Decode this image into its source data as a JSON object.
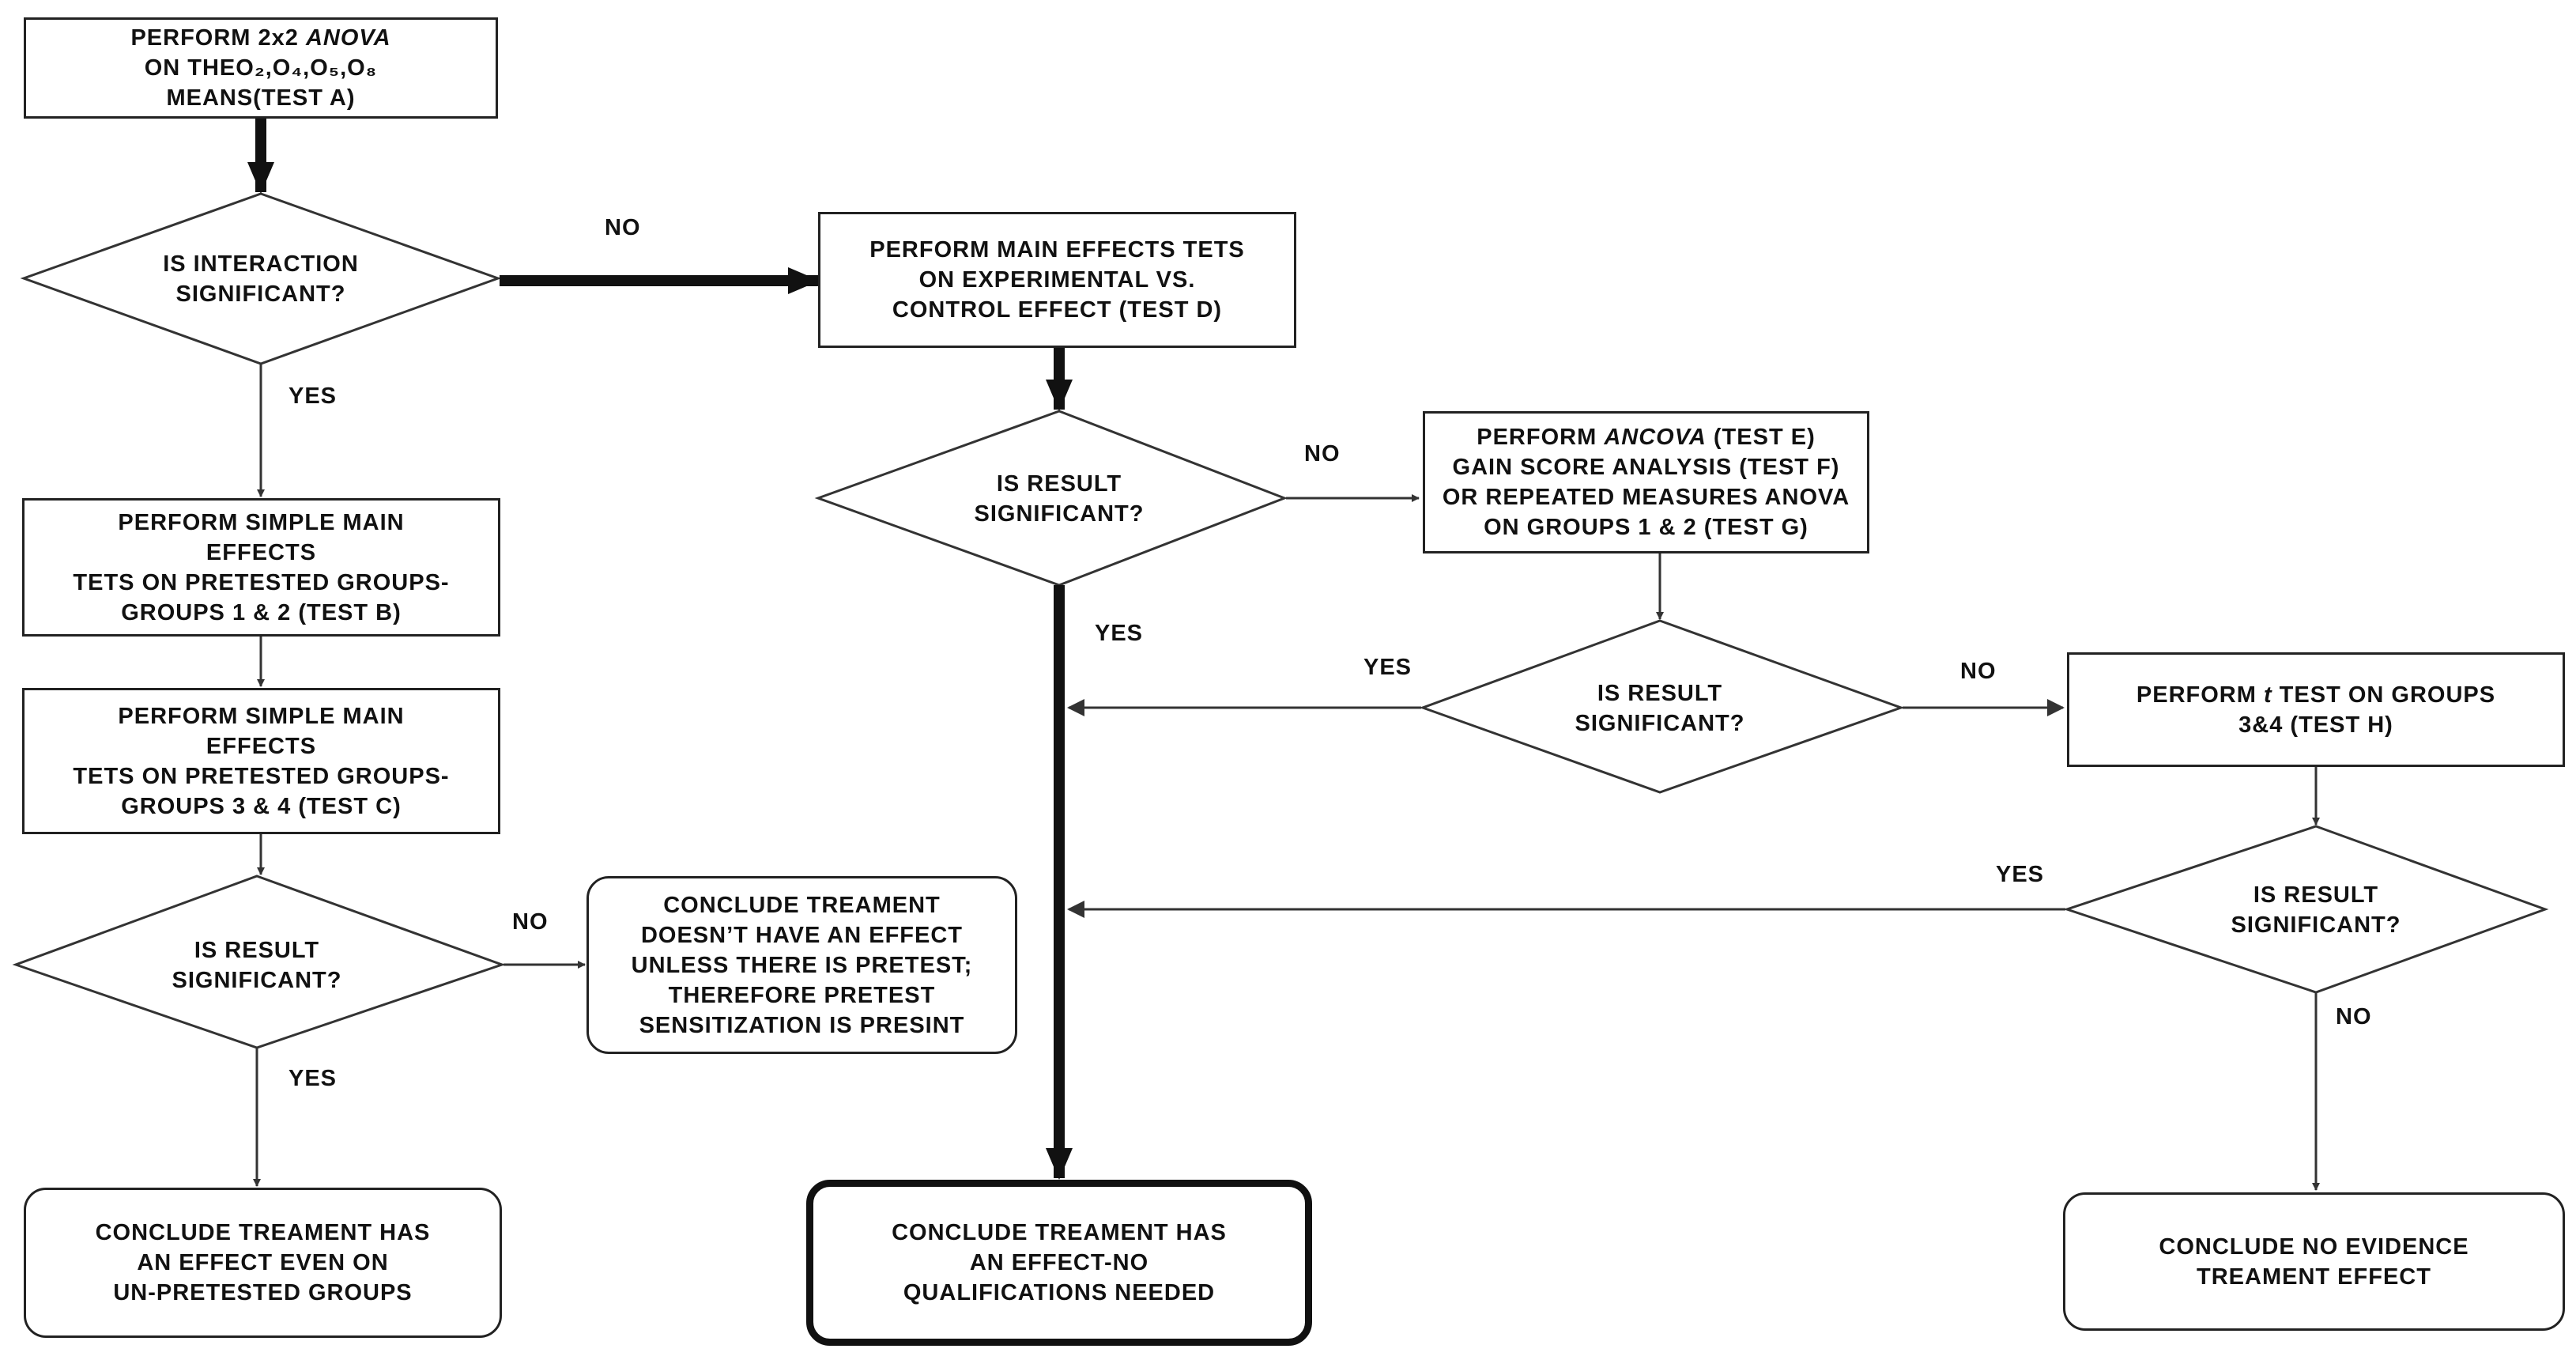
{
  "nodes": {
    "start": {
      "pre": "PERFORM 2x2 ",
      "italic": "ANOVA",
      "post": "\nON THEO₂,O₄,O₅,O₈\nMEANS(TEST A)"
    },
    "interaction_q": "IS INTERACTION\nSIGNIFICANT?",
    "main_effects": "PERFORM MAIN EFFECTS TETS\nON EXPERIMENTAL VS.\nCONTROL EFFECT (TEST D)",
    "simple_b": "PERFORM SIMPLE MAIN\nEFFECTS\nTETS ON PRETESTED GROUPS-\nGROUPS 1 & 2 (TEST B)",
    "simple_c": "PERFORM SIMPLE MAIN\nEFFECTS\nTETS ON PRETESTED GROUPS-\nGROUPS 3 & 4 (TEST C)",
    "result_q_left": "IS RESULT\nSIGNIFICANT?",
    "pretest_conclusion": "CONCLUDE TREAMENT\nDOESN’T HAVE AN EFFECT\nUNLESS THERE IS PRETEST;\nTHEREFORE PRETEST\nSENSITIZATION IS PRESINT",
    "effect_unpretested": "CONCLUDE TREAMENT HAS\nAN EFFECT EVEN ON\nUN-PRETESTED GROUPS",
    "result_q_center": "IS RESULT\nSIGNIFICANT?",
    "effect_no_qual": "CONCLUDE TREAMENT HAS\nAN EFFECT-NO\nQUALIFICATIONS NEEDED",
    "ancova": {
      "pre": "PERFORM ",
      "italic": "ANCOVA",
      "post": " (TEST E)\nGAIN SCORE ANALYSIS (TEST F)\nOR REPEATED MEASURES ANOVA\nON  GROUPS  1 & 2 (TEST G)"
    },
    "result_q_mid": "IS RESULT\nSIGNIFICANT?",
    "ttest": {
      "pre": "PERFORM ",
      "italic": "t",
      "post": " TEST ON  GROUPS\n3&4 (TEST H)"
    },
    "result_q_right": "IS RESULT\nSIGNIFICANT?",
    "no_evidence": "CONCLUDE NO EVIDENCE\nTREAMENT EFFECT"
  },
  "labels": {
    "no_interaction": "NO",
    "yes_interaction": "YES",
    "no_result_center": "NO",
    "yes_result_center": "YES",
    "yes_result_mid": "YES",
    "no_result_mid": "NO",
    "yes_result_right": "YES",
    "no_result_right": "NO",
    "no_result_left": "NO",
    "yes_result_left": "YES"
  }
}
